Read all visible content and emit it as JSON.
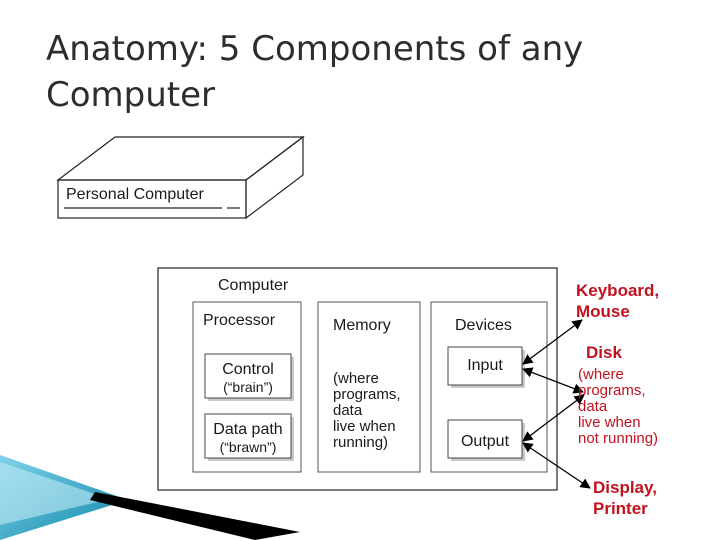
{
  "slide": {
    "title_line1": "Anatomy: 5 Components of any",
    "title_line2": "Computer"
  },
  "diagram": {
    "personal_computer_label": "Personal Computer",
    "computer_label": "Computer",
    "processor": {
      "label": "Processor",
      "control_label": "Control",
      "control_note": "(“brain”)",
      "datapath_label": "Data path",
      "datapath_note": "(“brawn”)"
    },
    "memory": {
      "label": "Memory",
      "note_lines": [
        "(where",
        "programs,",
        "data",
        "live when",
        "running)"
      ]
    },
    "devices": {
      "label": "Devices",
      "input_label": "Input",
      "output_label": "Output"
    },
    "callouts": {
      "keyboard_mouse_lines": [
        "Keyboard,",
        "Mouse"
      ],
      "disk_label": "Disk",
      "disk_note_lines": [
        "(where",
        "programs,",
        "data",
        "live when",
        "not running)"
      ],
      "display_printer_lines": [
        "Display,",
        "Printer"
      ]
    }
  },
  "colors": {
    "callout_red": "#c1121f",
    "accent_teal": "#1a9fc0"
  }
}
